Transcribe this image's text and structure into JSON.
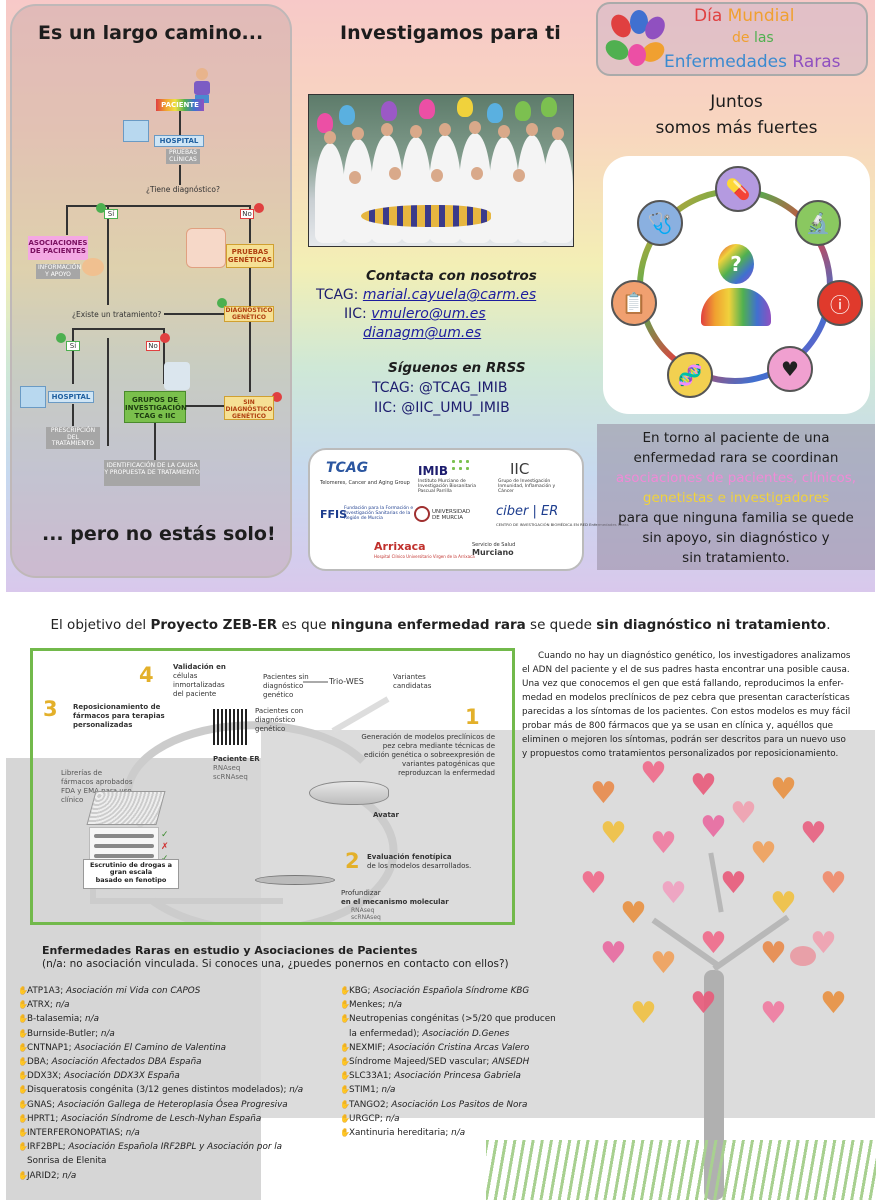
{
  "top": {
    "left_title": "Es un largo camino...",
    "left_footer": "... pero no estás solo!",
    "flow": {
      "patient": "PACIENTE",
      "hospital": "HOSPITAL",
      "pruebas_clinicas": "PRUEBAS CLÍNICAS",
      "q1": "¿Tiene diagnóstico?",
      "si": "Sí",
      "no": "No",
      "asociaciones": "ASOCIACIONES DE PACIENTES",
      "informacion": "INFORMACIÓN Y APOYO",
      "pruebas_geneticas": "PRUEBAS GENÉTICAS",
      "diagnostico_genetico": "DIAGNÓSTICO GENÉTICO",
      "q2": "¿Existe un tratamiento?",
      "si2": "Sí",
      "no2": "No",
      "hospital2": "HOSPITAL",
      "prescripcion": "PRESCRIPCIÓN DEL TRATAMIENTO",
      "grupos": "GRUPOS DE INVESTIGACIÓN TCAG e IIC",
      "sin_diagnostico": "SIN DIAGNÓSTICO GENÉTICO",
      "identificacion": "IDENTIFICACIÓN DE LA CAUSA Y PROPUESTA DE TRATAMIENTO"
    },
    "middle_title": "Investigamos para ti",
    "contact_title": "Contacta con nosotros",
    "contact": [
      {
        "label": "TCAG:",
        "email": "marial.cayuela@carm.es"
      },
      {
        "label": "IIC:",
        "email": "vmulero@um.es"
      },
      {
        "label": "",
        "email": "dianagm@um.es"
      }
    ],
    "rrss_title": "Síguenos en RRSS",
    "rrss": [
      "TCAG: @TCAG_IMIB",
      "IIC: @IIC_UMU_IMIB"
    ],
    "logos": {
      "tcag": "TCAG",
      "tcag_sub": "Telomeres, Cancer and Aging Group",
      "imib": "IMIB",
      "imib_sub": "Instituto Murciano de Investigación Biosanitaria Pascual Parrilla",
      "iic": "IIC",
      "iic_sub": "Grupo de Investigación Inmunidad, Inflamación y Cáncer",
      "ffis": "FFIS",
      "ffis_sub": "Fundación para la Formación e Investigación Sanitarias de la Región de Murcia",
      "um": "UNIVERSIDAD DE MURCIA",
      "ciber": "ciber | ER",
      "ciber_sub": "CENTRO DE INVESTIGACIÓN BIOMÉDICA EN RED Enfermedades Raras",
      "arrixaca": "Arrixaca",
      "arrixaca_sub": "Hospital Clínico Universitario Virgen de la Arrixaca",
      "sms": "Murciano",
      "sms_sub": "Servicio de Salud"
    },
    "dmer": {
      "line1a": "Día",
      "line1b": "Mundial",
      "line2a": "de",
      "line2b": "las",
      "line3a": "Enfermedades",
      "line3b": "Raras"
    },
    "juntos": [
      "Juntos",
      "somos más fuertes"
    ],
    "bottom_lines": [
      "En torno al paciente de una",
      "enfermedad rara se coordinan",
      "asociaciones de pacientes, clínicos,",
      "genetistas e investigadores",
      "para que ninguna familia se quede",
      "sin apoyo, sin diagnóstico y",
      "sin tratamiento."
    ]
  },
  "bottom": {
    "headline_parts": [
      "El objetivo del ",
      "Proyecto ZEB-ER",
      " es que ",
      "ninguna enfermedad rara",
      " se quede ",
      "sin diagnóstico ni tratamiento",
      "."
    ],
    "paragraph": [
      "Cuando no hay un diagnóstico genético, los investigadores analizamos",
      "el ADN del paciente y el de sus padres hasta encontrar una posible causa.",
      "Una vez que conocemos el gen que está fallando, reproducimos la enfer-",
      "medad en modelos preclínicos de pez cebra que presentan características",
      "parecidas a los síntomas de los pacientes. Con estos modelos es muy fácil",
      "probar más de 800 fármacos que ya se usan en clínica y, aquéllos que",
      "eliminen o mejoren los síntomas, podrán ser descritos para un nuevo uso",
      "y propuestos como tratamientos personalizados por reposicionamiento."
    ],
    "diagram": {
      "n4": "4",
      "validacion": "Validación en",
      "validacion2": "células",
      "validacion3": "inmortalizadas",
      "validacion4": "del paciente",
      "pac_sin": "Pacientes sin",
      "pac_sin2": "diagnóstico",
      "pac_sin3": "genético",
      "trio": "Trio-WES",
      "variantes": "Variantes",
      "variantes2": "candidatas",
      "pac_con": "Pacientes con",
      "pac_con2": "diagnóstico",
      "pac_con3": "genético",
      "n3": "3",
      "repos1": "Reposicionamiento de",
      "repos2": "fármacos para terapias",
      "repos3": "personalizadas",
      "n1": "1",
      "gen1": "Generación de modelos preclínicos de",
      "gen2": "pez cebra mediante técnicas de",
      "gen3": "edición genética o sobreexpresión de",
      "gen4": "variantes patogénicas que",
      "gen5": "reproduzcan la enfermedad",
      "paciente_er": "Paciente ER",
      "rnaseq": "RNAseq",
      "scrnaseq": "scRNAseq",
      "librerias1": "Librerías de",
      "librerias2": "fármacos aprobados",
      "librerias3": "FDA y EMA para uso",
      "librerias4": "clínico",
      "avatar": "Avatar",
      "escrutinio1": "Escrutinio de drogas a",
      "escrutinio2": "gran escala",
      "escrutinio3": "basado en fenotipo",
      "n2": "2",
      "eval1": "Evaluación fenotípica",
      "eval2": "de los modelos desarrollados.",
      "prof1": "Profundizar",
      "prof2": "en el mecanismo molecular",
      "rnaseq2": "RNAseq",
      "scrnaseq2": "scRNAseq"
    },
    "list_title": "Enfermedades Raras en estudio y Asociaciones de Pacientes",
    "list_sub": "(n/a: no asociación vinculada. Si conoces una, ¿puedes ponernos en contacto con ellos?)",
    "left_list": [
      {
        "name": "ATP1A3;",
        "assoc": " Asociación mi Vida con CAPOS",
        "color": "#f0d23c"
      },
      {
        "name": "ATRX;",
        "assoc": " n/a",
        "color": "#c04040"
      },
      {
        "name": "B-talasemia;",
        "assoc": " n/a",
        "color": "#5ab0e0"
      },
      {
        "name": "Burnside-Butler;",
        "assoc": " n/a",
        "color": "#d05090"
      },
      {
        "name": "CNTNAP1;",
        "assoc": " Asociación El Camino de Valentina",
        "color": "#f0a03c"
      },
      {
        "name": "DBA;",
        "assoc": " Asociación Afectados DBA España",
        "color": "#e05050"
      },
      {
        "name": "DDX3X;",
        "assoc": " Asociación DDX3X España",
        "color": "#8c6cd0"
      },
      {
        "name": "Disqueratosis congénita (3/12 genes distintos modelados);",
        "assoc": " n/a",
        "color": "#40a090"
      },
      {
        "name": "GNAS;",
        "assoc": " Asociación Gallega de Heteroplasia Ósea Progresiva",
        "color": "#4a8ad0"
      },
      {
        "name": "HPRT1;",
        "assoc": " Asociación Síndrome de Lesch-Nyhan España",
        "color": "#d07030"
      },
      {
        "name": "INTERFERONOPATIAS;",
        "assoc": " n/a",
        "color": "#7cc050"
      },
      {
        "name": "IRF2BPL;",
        "assoc": " Asociación Española IRF2BPL y Asociación por la",
        "color": "#5070c0"
      },
      {
        "name": "Sonrisa de Elenita",
        "assoc": "",
        "color": ""
      },
      {
        "name": "JARID2;",
        "assoc": " n/a",
        "color": "#b060c0"
      }
    ],
    "right_list": [
      {
        "name": "KBG;",
        "assoc": " Asociación Española Síndrome KBG",
        "color": "#4a8ad0"
      },
      {
        "name": "Menkes;",
        "assoc": " n/a",
        "color": "#d05050"
      },
      {
        "name": "Neutropenias congénitas (>5/20 que producen",
        "assoc": "",
        "color": "#e0a040"
      },
      {
        "name": "la enfermedad);",
        "assoc": " Asociación D.Genes",
        "color": ""
      },
      {
        "name": "NEXMIF;",
        "assoc": " Asociación Cristina Arcas Valero",
        "color": "#40a0a0"
      },
      {
        "name": "Síndrome Majeed/SED vascular;",
        "assoc": " ANSEDH",
        "color": "#c07030"
      },
      {
        "name": "SLC33A1;",
        "assoc": " Asociación Princesa Gabriela",
        "color": "#8c6cd0"
      },
      {
        "name": "STIM1;",
        "assoc": " n/a",
        "color": "#5ab0e0"
      },
      {
        "name": "TANGO2;",
        "assoc": " Asociación Los Pasitos de Nora",
        "color": "#d05090"
      },
      {
        "name": "URGCP;",
        "assoc": " n/a",
        "color": "#7cc050"
      },
      {
        "name": "Xantinuria hereditaria;",
        "assoc": " n/a",
        "color": "#f0d23c"
      }
    ]
  }
}
